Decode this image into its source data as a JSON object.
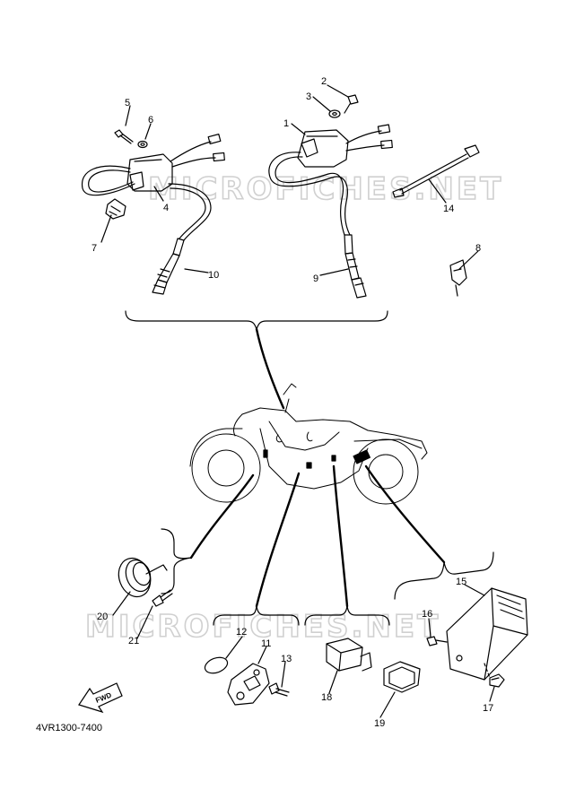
{
  "diagram": {
    "code": "4VR1300-7400",
    "watermark_top": "MICROFICHES.NET",
    "watermark_bottom": "MICROFICHES.NET",
    "fwd_label": "FWD"
  },
  "callouts": [
    {
      "id": "1",
      "text": "1"
    },
    {
      "id": "2",
      "text": "2"
    },
    {
      "id": "3",
      "text": "3"
    },
    {
      "id": "4",
      "text": "4"
    },
    {
      "id": "5",
      "text": "5"
    },
    {
      "id": "6",
      "text": "6"
    },
    {
      "id": "7",
      "text": "7"
    },
    {
      "id": "8",
      "text": "8"
    },
    {
      "id": "9",
      "text": "9"
    },
    {
      "id": "10",
      "text": "10"
    },
    {
      "id": "11",
      "text": "11"
    },
    {
      "id": "12",
      "text": "12"
    },
    {
      "id": "13",
      "text": "13"
    },
    {
      "id": "14",
      "text": "14"
    },
    {
      "id": "15",
      "text": "15"
    },
    {
      "id": "16",
      "text": "16"
    },
    {
      "id": "17",
      "text": "17"
    },
    {
      "id": "18",
      "text": "18"
    },
    {
      "id": "19",
      "text": "19"
    },
    {
      "id": "20",
      "text": "20"
    },
    {
      "id": "21",
      "text": "21"
    }
  ]
}
